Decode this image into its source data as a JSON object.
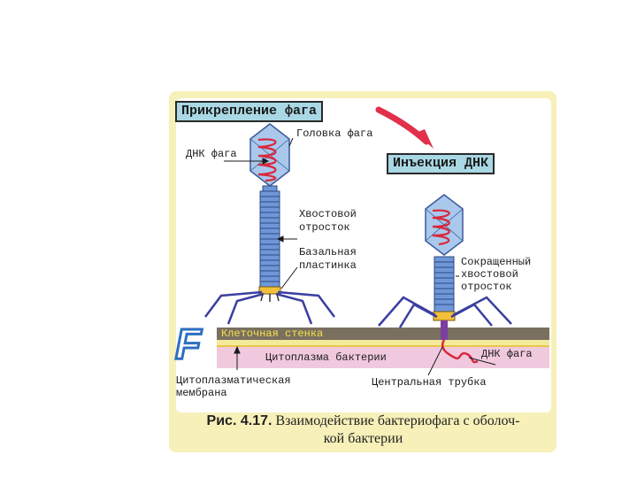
{
  "figure": {
    "title_left": "Прикрепление фага",
    "title_right": "Инъекция ДНК",
    "labels": {
      "head": "Головка фага",
      "dna_phage_left": "ДНК фага",
      "tail_line1": "Хвостовой",
      "tail_line2": "отросток",
      "base_line1": "Базальная",
      "base_line2": "пластинка",
      "contracted_line1": "Сокращенный",
      "contracted_line2": "хвостовой",
      "contracted_line3": "отросток",
      "cell_wall": "Клеточная стенка",
      "cytoplasm": "Цитоплазма бактерии",
      "dna_phage_right": "ДНК фага",
      "membrane_line1": "Цитоплазматическая",
      "membrane_line2": "мембрана",
      "central_tube": "Центральная трубка"
    },
    "logo_letter": "F",
    "caption_number": "Рис. 4.17.",
    "caption_text": "Взаимодействие бактериофага с оболоч-",
    "caption_text2": "кой бактерии"
  },
  "colors": {
    "frame": "#f7f0b9",
    "title_box": "#a9d7e4",
    "head": "#aac8ec",
    "dna": "#d8283c",
    "tail": "#6f97d8",
    "legs": "#3b3fa0",
    "cell_wall": "#7a7060",
    "cytoplasm": "#f1c9de",
    "arrow": "#e0304a"
  }
}
